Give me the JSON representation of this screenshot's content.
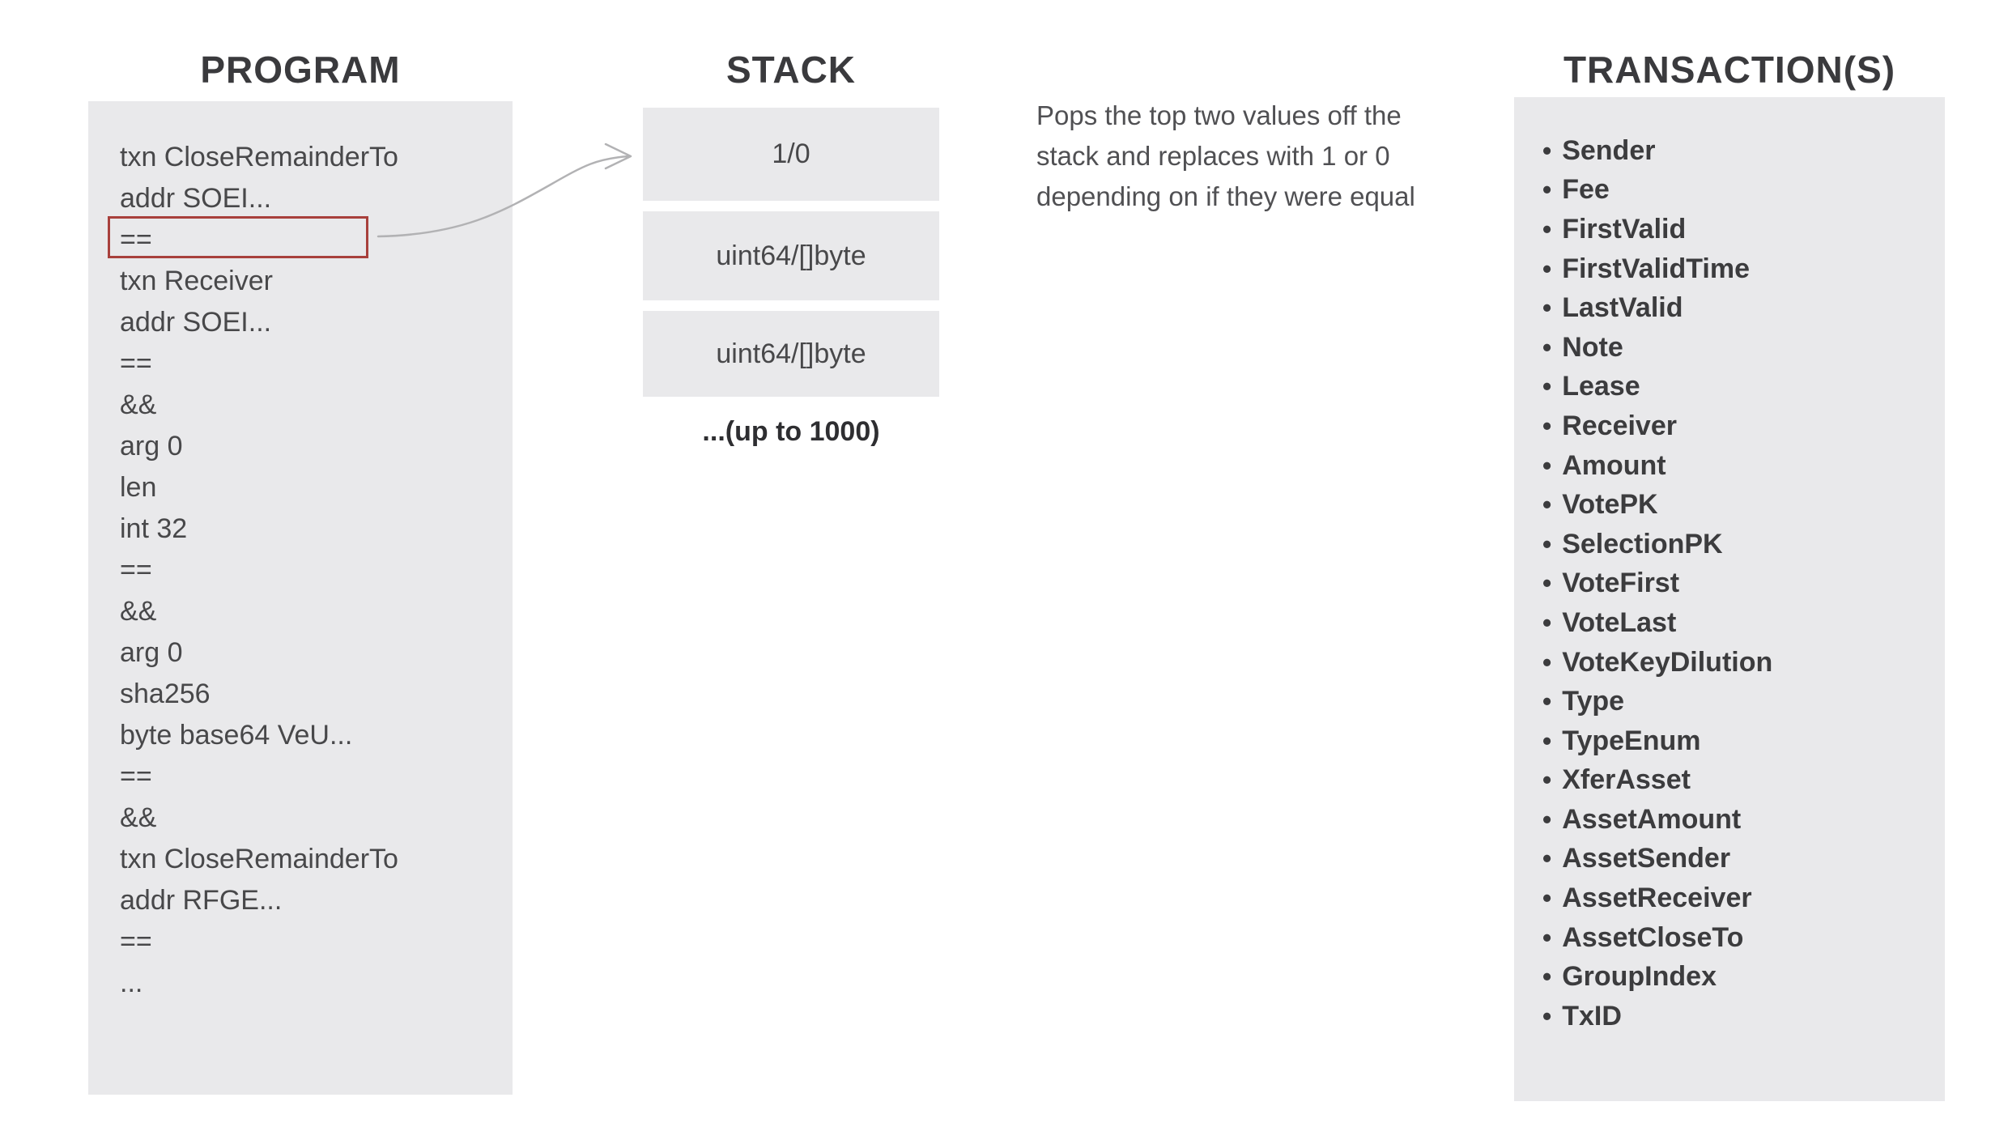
{
  "program": {
    "title": "PROGRAM",
    "lines": [
      "txn CloseRemainderTo",
      "addr SOEI...",
      "==",
      "txn Receiver",
      "addr SOEI...",
      "==",
      "&&",
      "arg 0",
      "len",
      "int 32",
      "==",
      "&&",
      "arg 0",
      "sha256",
      "byte base64 VeU...",
      "==",
      "&&",
      "txn CloseRemainderTo",
      "addr RFGE...",
      "==",
      "..."
    ],
    "highlighted_line_index": 2
  },
  "stack": {
    "title": "STACK",
    "slots": [
      "1/0",
      "uint64/[]byte",
      "uint64/[]byte"
    ],
    "caption": "...(up to 1000)"
  },
  "description": {
    "lines": [
      "Pops the top two values off the",
      "stack and replaces with 1 or 0",
      "depending on if they were equal"
    ]
  },
  "transactions": {
    "title": "TRANSACTION(S)",
    "bullet": "•",
    "fields": [
      "Sender",
      "Fee",
      "FirstValid",
      "FirstValidTime",
      "LastValid",
      "Note",
      "Lease",
      "Receiver",
      "Amount",
      "VotePK",
      "SelectionPK",
      "VoteFirst",
      "VoteLast",
      "VoteKeyDilution",
      "Type",
      "TypeEnum",
      "XferAsset",
      "AssetAmount",
      "AssetSender",
      "AssetReceiver",
      "AssetCloseTo",
      "GroupIndex",
      "TxID"
    ]
  },
  "colors": {
    "background": "#ffffff",
    "panel_bg": "#e9e9eb",
    "title_text": "#3a3a3d",
    "code_text": "#48484a",
    "tx_text": "#3c3c3e",
    "description_text": "#505053",
    "caption_text": "#2e2e31",
    "highlight_border": "#a8403c",
    "arrow": "#b2b2b4"
  }
}
